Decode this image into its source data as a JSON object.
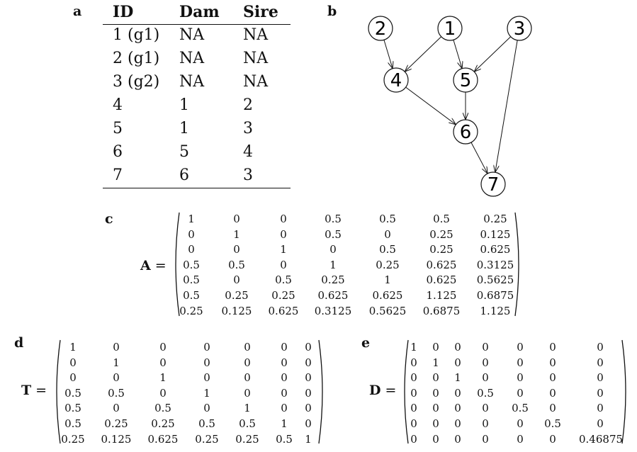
{
  "panels": {
    "a": "a",
    "b": "b",
    "c": "c",
    "d": "d",
    "e": "e"
  },
  "pedigree_table": {
    "headers": [
      "ID",
      "Dam",
      "Sire"
    ],
    "rows": [
      [
        "1 (g1)",
        "NA",
        "NA"
      ],
      [
        "2 (g1)",
        "NA",
        "NA"
      ],
      [
        "3 (g2)",
        "NA",
        "NA"
      ],
      [
        "4",
        "1",
        "2"
      ],
      [
        "5",
        "1",
        "3"
      ],
      [
        "6",
        "5",
        "4"
      ],
      [
        "7",
        "6",
        "3"
      ]
    ]
  },
  "graph": {
    "nodes": [
      "1",
      "2",
      "3",
      "4",
      "5",
      "6",
      "7"
    ],
    "edges": [
      [
        "2",
        "4"
      ],
      [
        "1",
        "4"
      ],
      [
        "1",
        "5"
      ],
      [
        "3",
        "5"
      ],
      [
        "4",
        "6"
      ],
      [
        "5",
        "6"
      ],
      [
        "6",
        "7"
      ],
      [
        "3",
        "7"
      ]
    ]
  },
  "matrices": {
    "A": {
      "label": "A",
      "rows": [
        [
          "1",
          "0",
          "0",
          "0.5",
          "0.5",
          "0.5",
          "0.25"
        ],
        [
          "0",
          "1",
          "0",
          "0.5",
          "0",
          "0.25",
          "0.125"
        ],
        [
          "0",
          "0",
          "1",
          "0",
          "0.5",
          "0.25",
          "0.625"
        ],
        [
          "0.5",
          "0.5",
          "0",
          "1",
          "0.25",
          "0.625",
          "0.3125"
        ],
        [
          "0.5",
          "0",
          "0.5",
          "0.25",
          "1",
          "0.625",
          "0.5625"
        ],
        [
          "0.5",
          "0.25",
          "0.25",
          "0.625",
          "0.625",
          "1.125",
          "0.6875"
        ],
        [
          "0.25",
          "0.125",
          "0.625",
          "0.3125",
          "0.5625",
          "0.6875",
          "1.125"
        ]
      ]
    },
    "T": {
      "label": "T",
      "rows": [
        [
          "1",
          "0",
          "0",
          "0",
          "0",
          "0",
          "0"
        ],
        [
          "0",
          "1",
          "0",
          "0",
          "0",
          "0",
          "0"
        ],
        [
          "0",
          "0",
          "1",
          "0",
          "0",
          "0",
          "0"
        ],
        [
          "0.5",
          "0.5",
          "0",
          "1",
          "0",
          "0",
          "0"
        ],
        [
          "0.5",
          "0",
          "0.5",
          "0",
          "1",
          "0",
          "0"
        ],
        [
          "0.5",
          "0.25",
          "0.25",
          "0.5",
          "0.5",
          "1",
          "0"
        ],
        [
          "0.25",
          "0.125",
          "0.625",
          "0.25",
          "0.25",
          "0.5",
          "1"
        ]
      ]
    },
    "D": {
      "label": "D",
      "rows": [
        [
          "1",
          "0",
          "0",
          "0",
          "0",
          "0",
          "0"
        ],
        [
          "0",
          "1",
          "0",
          "0",
          "0",
          "0",
          "0"
        ],
        [
          "0",
          "0",
          "1",
          "0",
          "0",
          "0",
          "0"
        ],
        [
          "0",
          "0",
          "0",
          "0.5",
          "0",
          "0",
          "0"
        ],
        [
          "0",
          "0",
          "0",
          "0",
          "0.5",
          "0",
          "0"
        ],
        [
          "0",
          "0",
          "0",
          "0",
          "0",
          "0.5",
          "0"
        ],
        [
          "0",
          "0",
          "0",
          "0",
          "0",
          "0",
          "0.46875"
        ]
      ]
    }
  }
}
